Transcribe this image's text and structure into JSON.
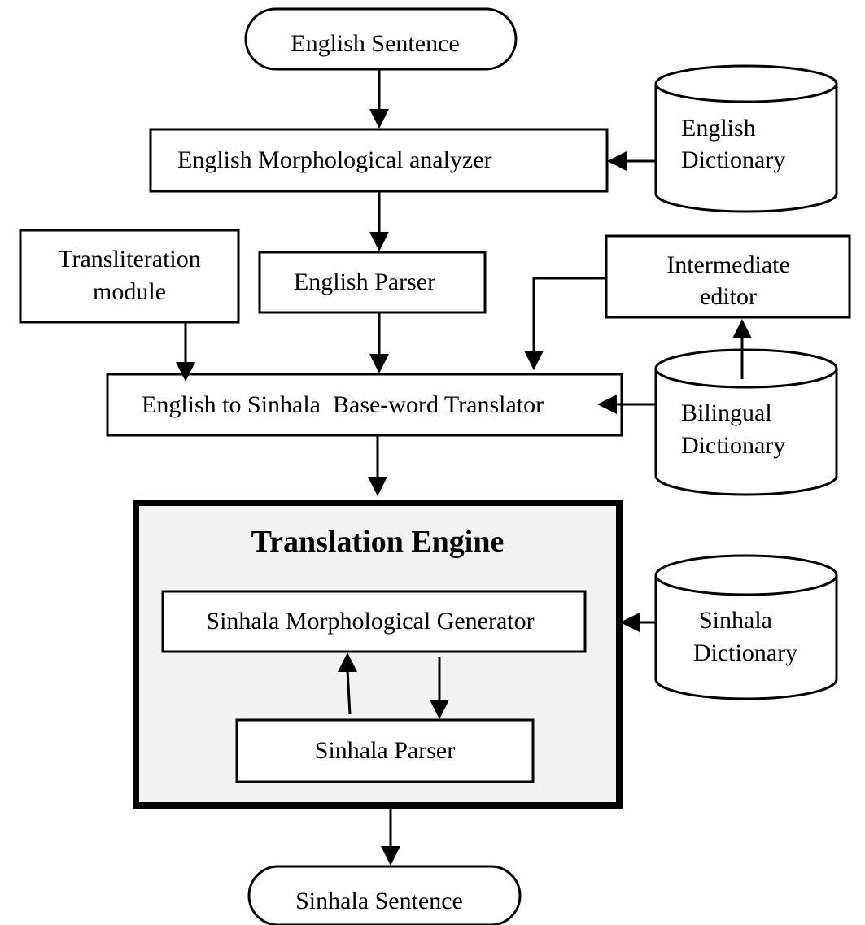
{
  "nodes": {
    "english_sentence": "English Sentence",
    "english_morph_analyzer": "English Morphological analyzer",
    "english_dictionary": [
      "English",
      "Dictionary"
    ],
    "transliteration_module": [
      "Transliteration",
      "module"
    ],
    "english_parser": "English Parser",
    "intermediate_editor": [
      "Intermediate",
      "editor"
    ],
    "base_word_translator": "English to Sinhala  Base-word Translator",
    "bilingual_dictionary": [
      "Bilingual",
      "Dictionary"
    ],
    "translation_engine": "Translation Engine",
    "sinhala_morph_generator": "Sinhala Morphological Generator",
    "sinhala_dictionary": [
      "Sinhala",
      "Dictionary"
    ],
    "sinhala_parser": "Sinhala Parser",
    "sinhala_sentence": "Sinhala Sentence"
  },
  "colors": {
    "stroke": "#000000",
    "engine_fill": "#f2f2f2",
    "background": "#ffffff"
  }
}
